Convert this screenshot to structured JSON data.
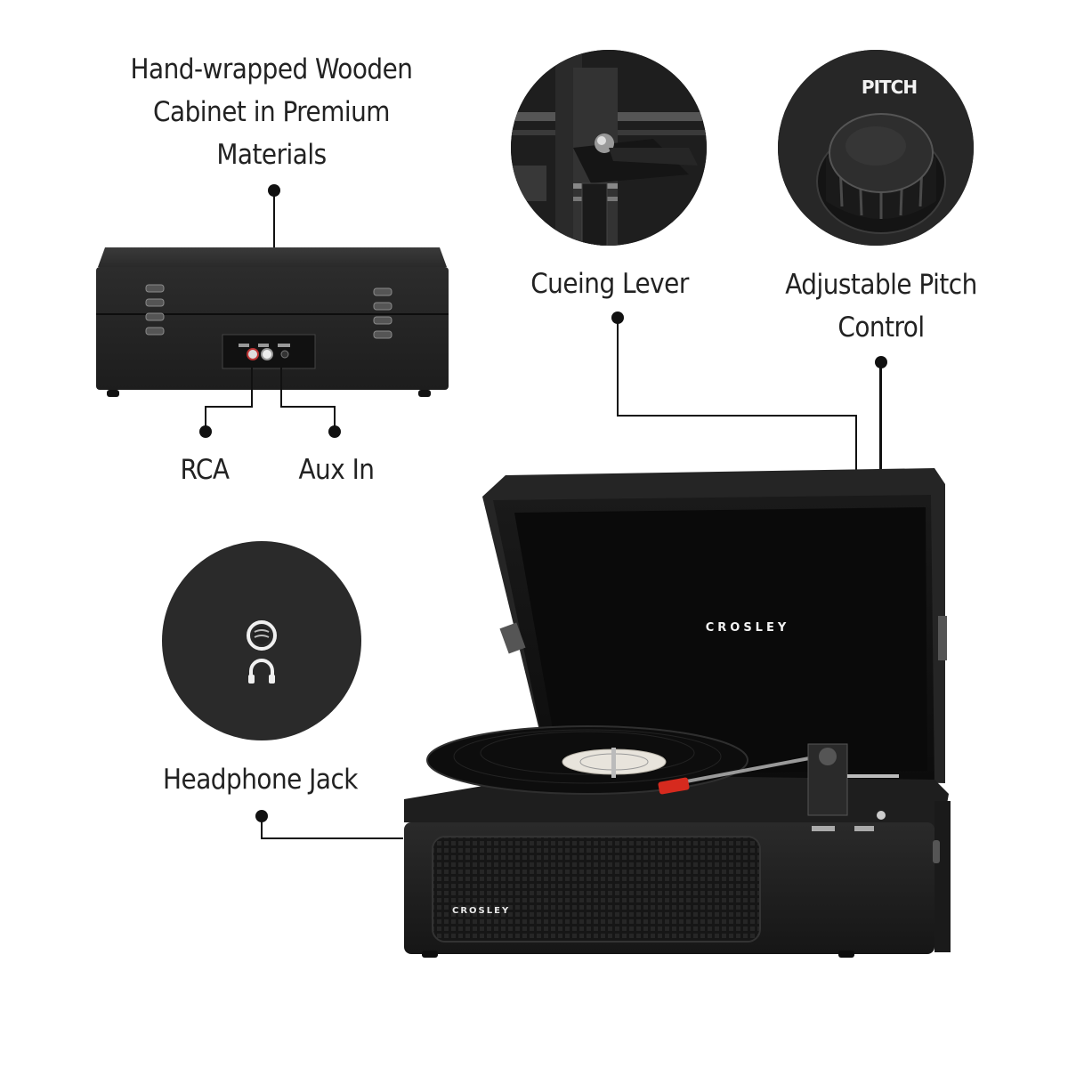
{
  "infographic": {
    "brand": "CROSLEY",
    "callouts": {
      "cabinet": {
        "lines": [
          "Hand-wrapped Wooden",
          "Cabinet in Premium",
          "Materials"
        ]
      },
      "rca": {
        "label": "RCA"
      },
      "aux_in": {
        "label": "Aux In"
      },
      "cueing_lever": {
        "label": "Cueing Lever"
      },
      "pitch": {
        "lines": [
          "Adjustable Pitch",
          "Control"
        ],
        "knob_text": "PITCH"
      },
      "headphone": {
        "label": "Headphone Jack"
      }
    },
    "turntable": {
      "lid_logo": "CROSLEY",
      "speaker_logo": "CROSLEY"
    },
    "colors": {
      "background": "#ffffff",
      "body": "#1a1a1a",
      "lid_inner": "#0e0e0e",
      "text": "#222222",
      "stylus": "#d62a1e",
      "label_disc": "#e8e4dc"
    }
  }
}
